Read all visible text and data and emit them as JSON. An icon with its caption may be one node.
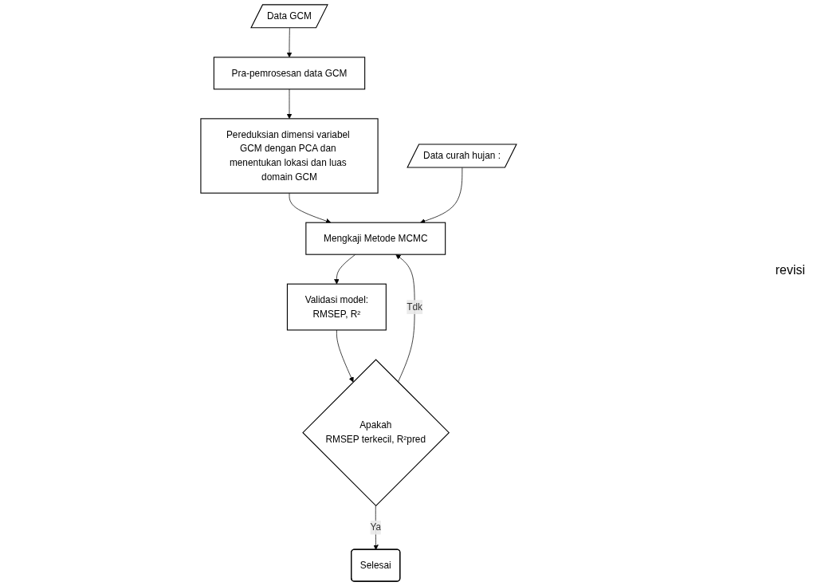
{
  "diagram": {
    "nodes": [
      {
        "text": [
          "Data GCM"
        ]
      },
      {
        "text": [
          "Pra-pemrosesan data GCM"
        ]
      },
      {
        "text": [
          "Pereduksian dimensi variabel GCM dengan PCA dan menentukan lokasi dan luas domain GCM"
        ]
      },
      {
        "text": [
          "Data curah hujan :"
        ]
      },
      {
        "text": [
          "Mengkaji Metode MCMC"
        ]
      },
      {
        "text": [
          "Validasi model:",
          "RMSEP, R²"
        ]
      },
      {
        "text": [
          "Apakah",
          "RMSEP terkecil, R²pred"
        ]
      },
      {
        "text": [
          "Selesai"
        ]
      }
    ],
    "edges": [
      {
        "from": 0,
        "to": 1,
        "arrow": "to"
      },
      {
        "from": 1,
        "to": 2,
        "arrow": "to"
      },
      {
        "from": 2,
        "to": 4,
        "arrow": "to"
      },
      {
        "from": 3,
        "to": 4,
        "arrow": "to"
      },
      {
        "from": 4,
        "to": 5,
        "arrow": "to"
      },
      {
        "from": 5,
        "to": 6,
        "arrow": "to"
      },
      {
        "from": 6,
        "to": 7,
        "arrow": "to",
        "label": "Ya"
      },
      {
        "from": 6,
        "to": 4,
        "arrow": "to",
        "label": "Tdk"
      }
    ],
    "labels": [
      "revisi"
    ]
  }
}
